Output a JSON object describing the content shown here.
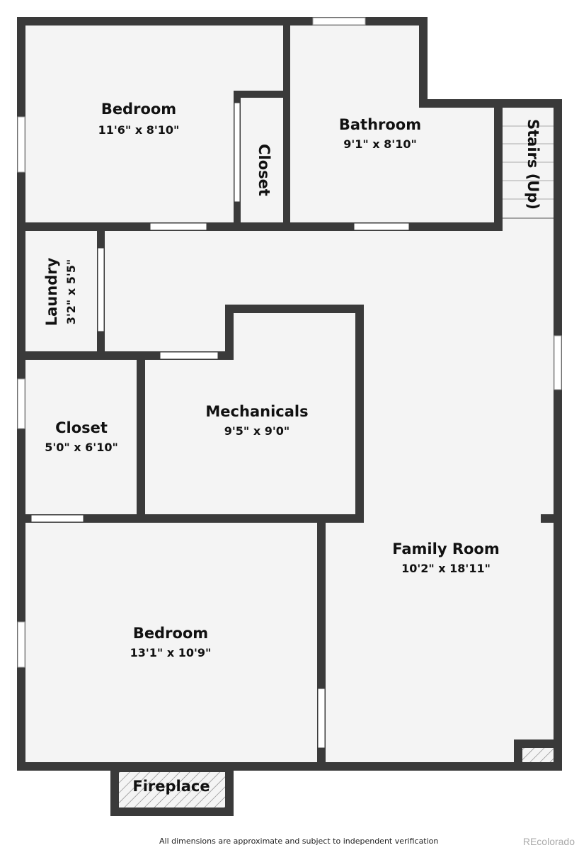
{
  "rooms": [
    {
      "name": "Bedroom",
      "dims": "11'6\" x 8'10\""
    },
    {
      "name": "Closet",
      "dims": ""
    },
    {
      "name": "Bathroom",
      "dims": "9'1\" x 8'10\""
    },
    {
      "name": "Stairs (Up)",
      "dims": ""
    },
    {
      "name": "Laundry",
      "dims": "3'2\" x 5'5\""
    },
    {
      "name": "Closet",
      "dims": "5'0\" x 6'10\""
    },
    {
      "name": "Mechanicals",
      "dims": "9'5\" x 9'0\""
    },
    {
      "name": "Family Room",
      "dims": "10'2\" x 18'11\""
    },
    {
      "name": "Bedroom",
      "dims": "13'1\" x 10'9\""
    },
    {
      "name": "Fireplace",
      "dims": ""
    }
  ],
  "footer": {
    "disclaimer": "All dimensions are approximate and subject to independent verification",
    "brand": "REcolorado"
  },
  "colors": {
    "wall": "#3a3a3a",
    "floor": "#f4f4f4"
  }
}
